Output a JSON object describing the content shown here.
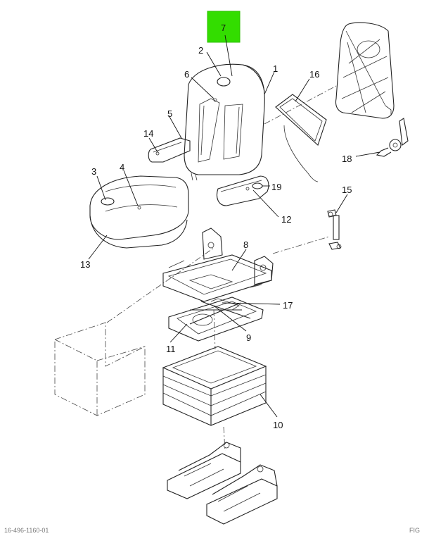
{
  "callouts": [
    {
      "id": "1",
      "label": "1"
    },
    {
      "id": "2",
      "label": "2"
    },
    {
      "id": "3",
      "label": "3"
    },
    {
      "id": "4",
      "label": "4"
    },
    {
      "id": "5",
      "label": "5"
    },
    {
      "id": "6",
      "label": "6"
    },
    {
      "id": "7",
      "label": "7",
      "highlighted": true
    },
    {
      "id": "8",
      "label": "8"
    },
    {
      "id": "9",
      "label": "9"
    },
    {
      "id": "10",
      "label": "10"
    },
    {
      "id": "11",
      "label": "11"
    },
    {
      "id": "12",
      "label": "12"
    },
    {
      "id": "13",
      "label": "13"
    },
    {
      "id": "14",
      "label": "14"
    },
    {
      "id": "15",
      "label": "15"
    },
    {
      "id": "16",
      "label": "16"
    },
    {
      "id": "17",
      "label": "17"
    },
    {
      "id": "18",
      "label": "18"
    },
    {
      "id": "19",
      "label": "19"
    }
  ],
  "colors": {
    "highlight": "#33dd00",
    "line": "#222222"
  },
  "footer": {
    "left": "16-496-1160-01",
    "right": "FIG"
  }
}
